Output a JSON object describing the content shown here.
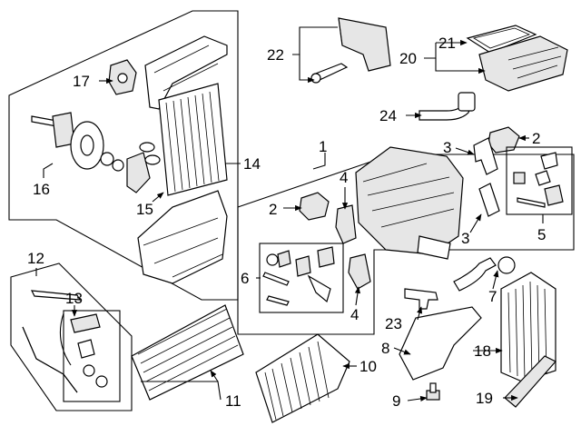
{
  "diagram": {
    "callouts": {
      "c1": "1",
      "c2a": "2",
      "c2b": "2",
      "c3a": "3",
      "c3b": "3",
      "c4a": "4",
      "c4b": "4",
      "c5": "5",
      "c6": "6",
      "c7": "7",
      "c8": "8",
      "c9": "9",
      "c10": "10",
      "c11": "11",
      "c12": "12",
      "c13": "13",
      "c14": "14",
      "c15": "15",
      "c16": "16",
      "c17": "17",
      "c18": "18",
      "c19": "19",
      "c20": "20",
      "c21": "21",
      "c22": "22",
      "c23": "23",
      "c24": "24"
    }
  }
}
